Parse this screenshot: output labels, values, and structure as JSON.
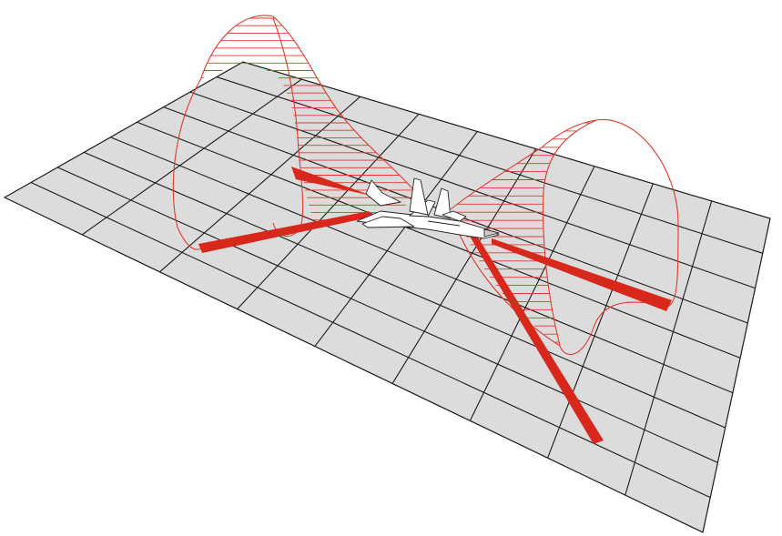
{
  "colors": {
    "background": "#ffffff",
    "ground": "#dcdcdc",
    "grid_line": "#1a1a1a",
    "beam": "#d8281c",
    "hatch": "#e03a2e",
    "aircraft_fill": "#ffffff",
    "aircraft_line": "#222222"
  },
  "scene": {
    "ground_plane": {
      "grid_columns": 9,
      "grid_rows": 9
    },
    "aircraft": {
      "icon": "jet-aircraft-icon"
    },
    "rear_cone": {
      "hatch_lines": 28,
      "beams": 2
    },
    "front_cone": {
      "hatch_lines": 14,
      "beams": 2
    }
  }
}
